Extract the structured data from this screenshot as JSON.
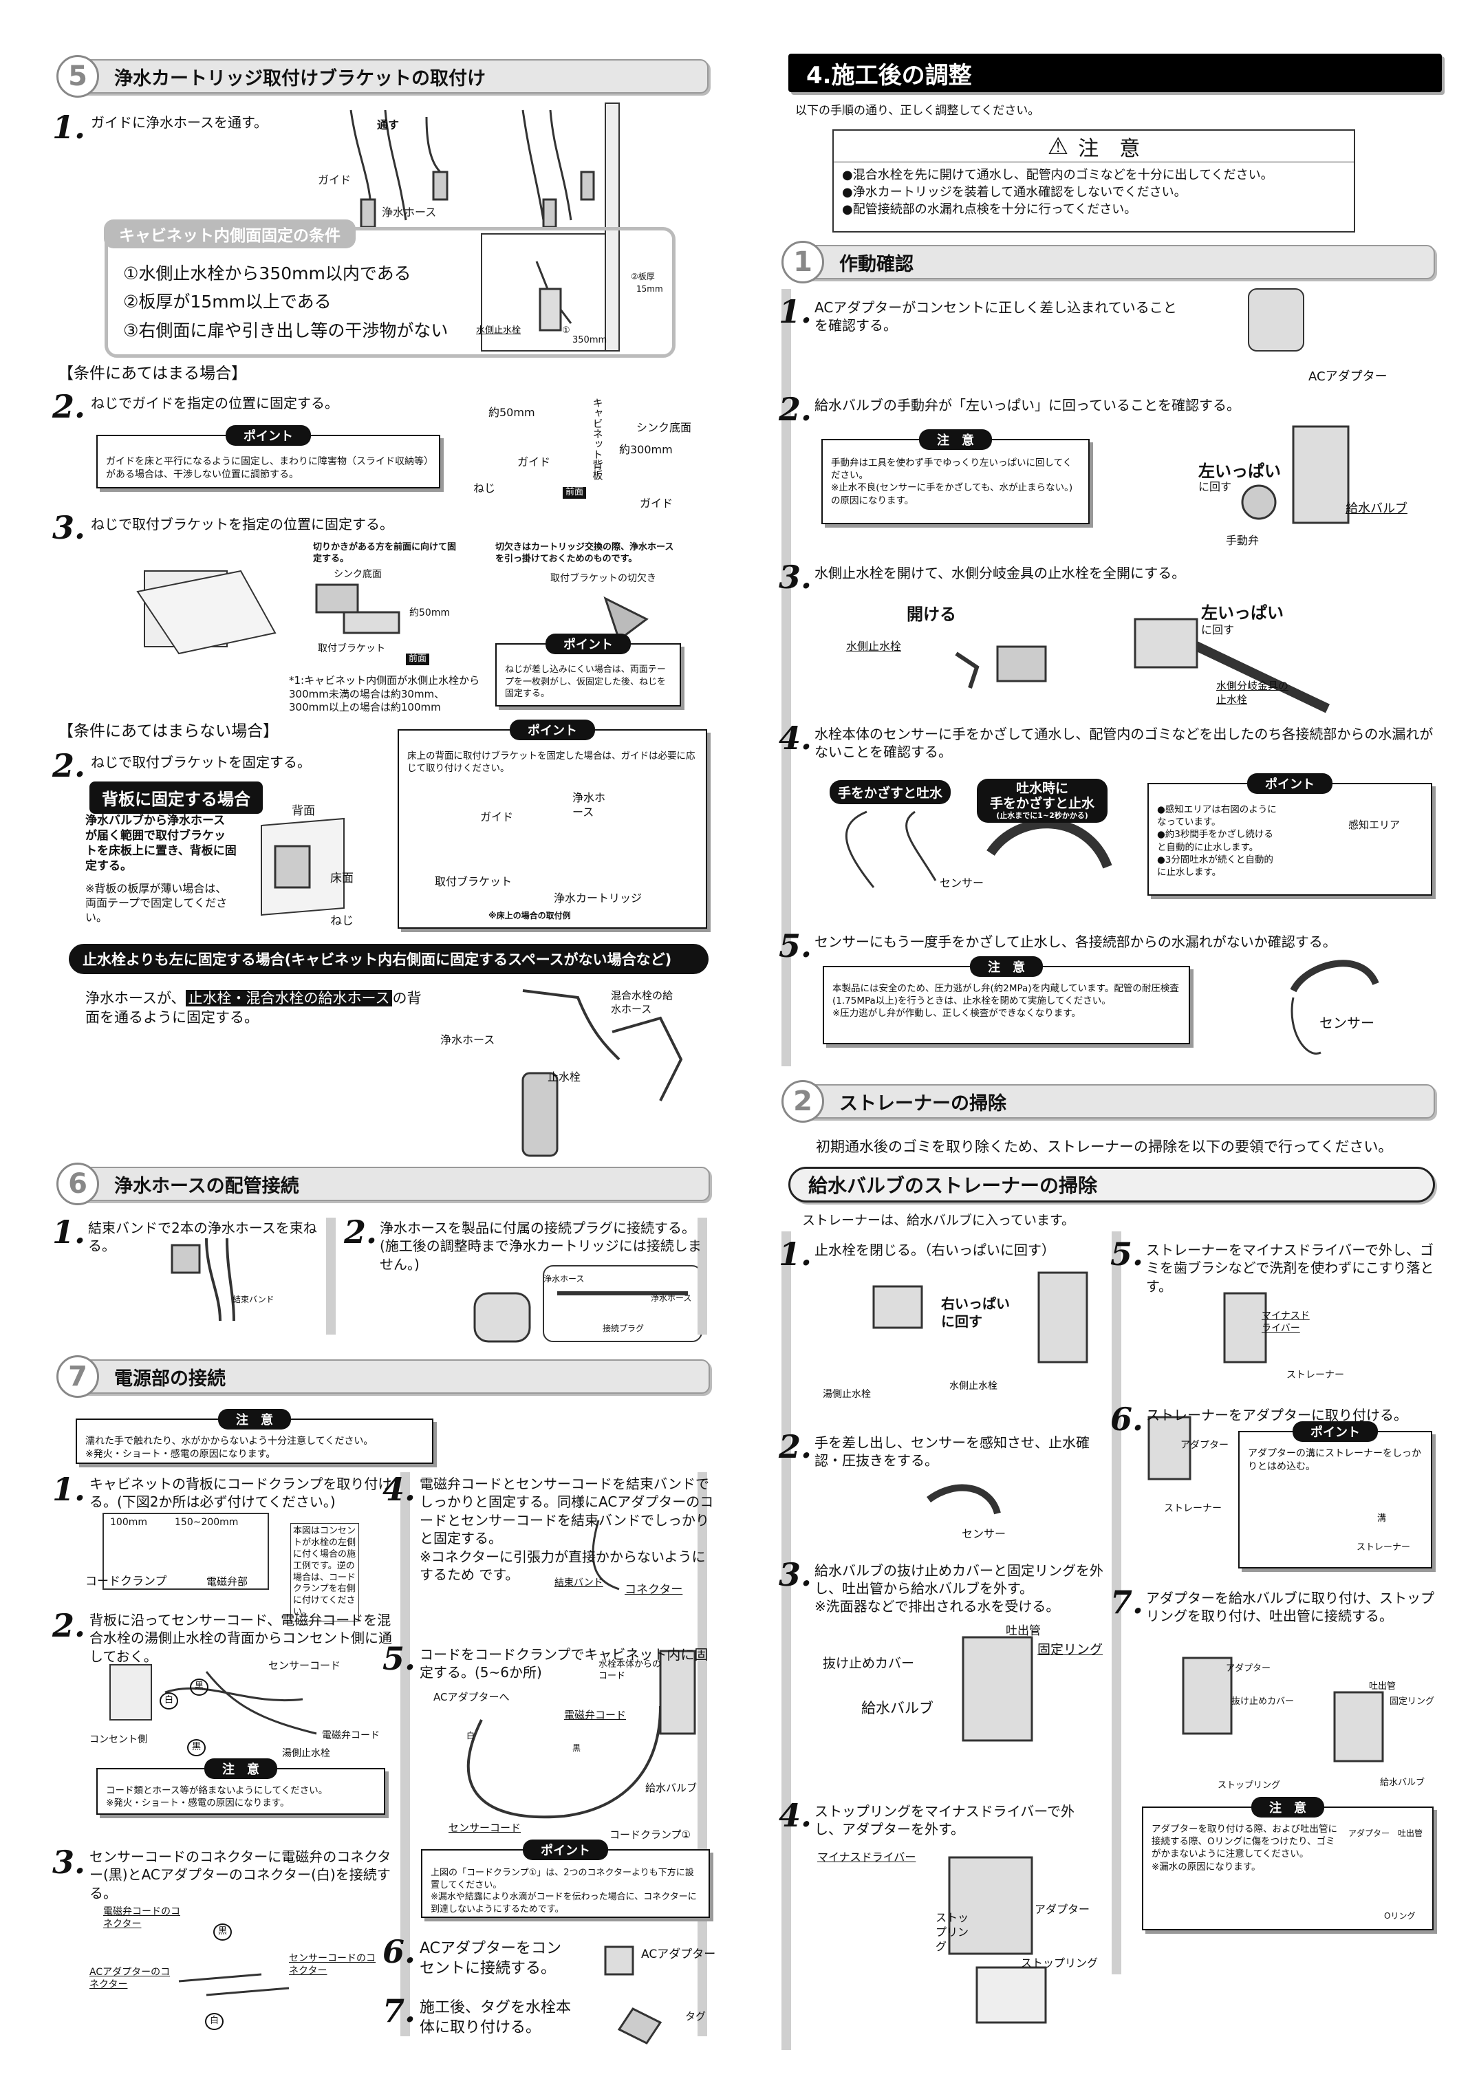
{
  "left": {
    "s5": {
      "num": "5",
      "title": "浄水カートリッジ取付けブラケットの取付け",
      "st1": {
        "n": "1.",
        "text": "ガイドに浄水ホースを通す。",
        "lbl_tosu": "通す",
        "lbl_guide": "ガイド",
        "lbl_hose": "浄水ホース"
      },
      "cond": {
        "title": "キャビネット内側面固定の条件",
        "items": [
          "①水側止水栓から350mm以内である",
          "②板厚が15mm以上である",
          "③右側面に扉や引き出し等の干渉物がない"
        ],
        "lbl_itaatsu": "②板厚",
        "lbl_15": "15mm",
        "lbl_stop": "水側止水栓",
        "lbl_350": "①",
        "lbl_350b": "350mm"
      },
      "case_yes": "【条件にあてはまる場合】",
      "st2": {
        "n": "2.",
        "text": "ねじでガイドを指定の位置に固定する。",
        "pt_tag": "ポイント",
        "pt_text": "ガイドを床と平行になるように固定し、まわりに障害物（スライド収納等）がある場合は、干渉しない位置に調節する。",
        "lbl_50": "約50mm",
        "lbl_cab": "キャビネット背板",
        "lbl_sink": "シンク底面",
        "lbl_300": "約300mm",
        "lbl_guide": "ガイド",
        "lbl_neji": "ねじ",
        "lbl_front": "前面",
        "lbl_guide2": "ガイド"
      },
      "st3": {
        "n": "3.",
        "text": "ねじで取付ブラケットを指定の位置に固定する。",
        "note_a": "切りかきがある方を前面に向けて固定する。",
        "lbl_sink": "シンク底面",
        "lbl_50": "約50mm",
        "lbl_bracket": "取付ブラケット",
        "lbl_front": "前面",
        "note_b": "切欠きはカートリッジ交換の際、浄水ホースを引っ掛けておくためのものです。",
        "lbl_notch": "取付ブラケットの切欠き",
        "foot": "*1:キャビネット内側面が水側止水栓から300mm未満の場合は約30mm、300mm以上の場合は約100mm",
        "pt_tag": "ポイント",
        "pt_text": "ねじが差し込みにくい場合は、両面テープを一枚剥がし、仮固定した後、ねじを固定する。"
      },
      "case_no": "【条件にあてはまらない場合】",
      "st2b": {
        "n": "2.",
        "text": "ねじで取付ブラケットを固定する。",
        "sub": "背板に固定する場合",
        "body": "浄水バルブから浄水ホースが届く範囲で取付ブラケットを床板上に置き、背板に固定する。",
        "note": "※背板の板厚が薄い場合は、両面テープで固定してください。",
        "lbl_back": "背面",
        "lbl_floor": "床面",
        "lbl_neji": "ねじ"
      },
      "pt2": {
        "tag": "ポイント",
        "text": "床上の背面に取付けブラケットを固定した場合は、ガイドは必要に応じて取り付けください。",
        "lbl_guide": "ガイド",
        "lbl_hose": "浄水ホース",
        "lbl_bracket": "取付ブラケット",
        "lbl_cart": "浄水カートリッジ",
        "caption": "※床上の場合の取付例"
      },
      "left_fix": {
        "title": "止水栓よりも左に固定する場合(キャビネット内右側面に固定するスペースがない場合など)",
        "text_a": "浄水ホースが、",
        "text_hl": "止水栓・混合水栓の給水ホース",
        "text_b": "の背面を通るように固定する。",
        "lbl_mix": "混合水栓の給水ホース",
        "lbl_hose": "浄水ホース",
        "lbl_stop": "止水栓"
      }
    },
    "s6": {
      "num": "6",
      "title": "浄水ホースの配管接続",
      "st1": {
        "n": "1.",
        "text": "結束バンドで2本の浄水ホースを束ねる。",
        "lbl_band": "結束バンド"
      },
      "st2": {
        "n": "2.",
        "text": "浄水ホースを製品に付属の接続プラグに接続する。(施工後の調整時まで浄水カートリッジには接続しません。)",
        "lbl_h1": "浄水ホース",
        "lbl_h2": "浄水ホース",
        "lbl_plug": "接続プラグ"
      }
    },
    "s7": {
      "num": "7",
      "title": "電源部の接続",
      "caution": {
        "tag": "注　意",
        "text": "濡れた手で触れたり、水がかからないよう十分注意してください。",
        "sub": "※発火・ショート・感電の原因になります。"
      },
      "st1": {
        "n": "1.",
        "text": "キャビネットの背板にコードクランプを取り付ける。(下図2か所は必ず付けてください。)",
        "lbl_100": "100mm",
        "lbl_150": "150~200mm",
        "lbl_clamp": "コードクランプ",
        "lbl_valve": "電磁弁部",
        "note": "本図はコンセントが水栓の左側に付く場合の施工例です。逆の場合は、コードクランプを右側に付けてください。"
      },
      "st2": {
        "n": "2.",
        "text": "背板に沿ってセンサーコード、電磁弁コードを混合水栓の湯側止水栓の背面からコンセント側に通しておく。",
        "lbl_sensor": "センサーコード",
        "lbl_black": "黒",
        "lbl_white": "白",
        "lbl_outlet": "コンセント側",
        "lbl_black2": "黒",
        "lbl_valve": "電磁弁コード",
        "lbl_hot": "湯側止水栓",
        "caution_tag": "注　意",
        "caution_text": "コード類とホース等が絡まないようにしてください。",
        "caution_sub": "※発火・ショート・感電の原因になります。"
      },
      "st3": {
        "n": "3.",
        "text": "センサーコードのコネクターに電磁弁のコネクター(黒)とACアダプターのコネクター(白)を接続する。",
        "lbl_vconn": "電磁弁コードのコネクター",
        "lbl_black": "黒",
        "lbl_ac": "ACアダプターのコネクター",
        "lbl_sconn": "センサーコードのコネクター",
        "lbl_white": "白"
      },
      "st4": {
        "n": "4.",
        "text": "電磁弁コードとセンサーコードを結束バンドでしっかりと固定する。同様にACアダプターのコードとセンサーコードを結束バンドでしっかりと固定する。",
        "note": "※コネクターに引張力が直接かからないようにするため です。",
        "lbl_band": "結束バンド",
        "lbl_conn": "コネクター"
      },
      "st5": {
        "n": "5.",
        "text": "コードをコードクランプでキャビネット内に固定する。(5~6か所)",
        "lbl_body": "水栓本体からのコード",
        "lbl_ac": "ACアダプターへ",
        "lbl_white": "白",
        "lbl_valve": "電磁弁コード",
        "lbl_black": "黒",
        "lbl_kyusui": "給水バルブ",
        "lbl_sensor": "センサーコード",
        "lbl_clamp": "コードクランプ①",
        "pt_tag": "ポイント",
        "pt_text": "上図の「コードクランプ①」は、2つのコネクターよりも下方に設置してください。",
        "pt_sub": "※漏水や結露により水滴がコードを伝わった場合に、コネクターに到達しないようにするためです。"
      },
      "st6": {
        "n": "6.",
        "text": "ACアダプターをコンセントに接続する。",
        "lbl_ac": "ACアダプター"
      },
      "st7": {
        "n": "7.",
        "text": "施工後、タグを水栓本体に取り付ける。",
        "lbl_tag": "タグ"
      }
    }
  },
  "right": {
    "title": "4.施工後の調整",
    "intro": "以下の手順の通り、正しく調整してください。",
    "caution": {
      "title": "注　意",
      "items": [
        "●混合水栓を先に開けて通水し、配管内のゴミなどを十分に出してください。",
        "●浄水カートリッジを装着して通水確認をしないでください。",
        "●配管接続部の水漏れ点検を十分に行ってください。"
      ]
    },
    "r1": {
      "num": "1",
      "title": "作動確認",
      "st1": {
        "n": "1.",
        "text": "ACアダプターがコンセントに正しく差し込まれていることを確認する。",
        "lbl_ac": "ACアダプター"
      },
      "st2": {
        "n": "2.",
        "text": "給水バルブの手動弁が「左いっぱい」に回っていることを確認する。",
        "caution_tag": "注　意",
        "caution_text": "手動弁は工具を使わず手でゆっくり左いっぱいに回してください。",
        "caution_sub": "※止水不良(センサーに手をかざしても、水が止まらない。)の原因になります。",
        "lbl_left": "左いっぱい",
        "lbl_turn": "に回す",
        "lbl_valve": "給水バルブ",
        "lbl_manual": "手動弁"
      },
      "st3": {
        "n": "3.",
        "text": "水側止水栓を開けて、水側分岐金具の止水栓を全開にする。",
        "lbl_open": "開ける",
        "lbl_stop": "水側止水栓",
        "lbl_left": "左いっぱい",
        "lbl_turn": "に回す",
        "lbl_branch": "水側分岐金具の止水栓"
      },
      "st4": {
        "n": "4.",
        "text": "水栓本体のセンサーに手をかざして通水し、配管内のゴミなどを出したのち各接続部からの水漏れがないことを確認する。",
        "tag1": "手をかざすと吐水",
        "tag2a": "吐水時に",
        "tag2b": "手をかざすと止水",
        "tag2c": "(止水までに1~2秒かかる)",
        "lbl_sensor": "センサー",
        "pt_tag": "ポイント",
        "pt_items": [
          "●感知エリアは右図のようになっています。",
          "●約3秒間手をかざし続けると自動的に止水します。",
          "●3分間吐水が続くと自動的に止水します。"
        ],
        "lbl_area": "感知エリア"
      },
      "st5": {
        "n": "5.",
        "text": "センサーにもう一度手をかざして止水し、各接続部からの水漏れがないか確認する。",
        "caution_tag": "注　意",
        "caution_text": "本製品には安全のため、圧力逃がし弁(約2MPa)を内蔵しています。配管の耐圧検査(1.75MPa以上)を行うときは、止水栓を閉めて実施してください。",
        "caution_sub": "※圧力逃がし弁が作動し、正しく検査ができなくなります。",
        "lbl_sensor": "センサー"
      }
    },
    "r2": {
      "num": "2",
      "title": "ストレーナーの掃除",
      "intro": "初期通水後のゴミを取り除くため、ストレーナーの掃除を以下の要領で行ってください。",
      "sub": "給水バルブのストレーナーの掃除",
      "sub_intro": "ストレーナーは、給水バルブに入っています。",
      "st1": {
        "n": "1.",
        "text": "止水栓を閉じる。（右いっぱいに回す）",
        "lbl_right": "右いっぱい",
        "lbl_turn": "に回す",
        "lbl_hot": "湯側止水栓",
        "lbl_water": "水側止水栓"
      },
      "st2": {
        "n": "2.",
        "text": "手を差し出し、センサーを感知させ、止水確認・圧抜きをする。",
        "lbl_sensor": "センサー"
      },
      "st3": {
        "n": "3.",
        "text": "給水バルブの抜け止めカバーと固定リングを外し、吐出管から給水バルブを外す。",
        "note": "※洗面器などで排出される水を受ける。",
        "lbl_outlet": "吐出管",
        "lbl_ring": "固定リング",
        "lbl_cover": "抜け止めカバー",
        "lbl_valve": "給水バルブ"
      },
      "st4": {
        "n": "4.",
        "text": "ストップリングをマイナスドライバーで外し、アダプターを外す。",
        "lbl_driver": "マイナスドライバー",
        "lbl_stop": "ストップリング",
        "lbl_adapter": "アダプター",
        "lbl_stop2": "ストップリング"
      },
      "st5": {
        "n": "5.",
        "text": "ストレーナーをマイナスドライバーで外し、ゴミを歯ブラシなどで洗剤を使わずにこすり落とす。",
        "lbl_driver": "マイナスドライバー",
        "lbl_strainer": "ストレーナー"
      },
      "st6": {
        "n": "6.",
        "text": "ストレーナーをアダプターに取り付ける。",
        "lbl_adapter": "アダプター",
        "lbl_strainer": "ストレーナー",
        "pt_tag": "ポイント",
        "pt_text": "アダプターの溝にストレーナーをしっかりとはめ込む。",
        "lbl_groove": "溝",
        "lbl_strainer2": "ストレーナー"
      },
      "st7": {
        "n": "7.",
        "text": "アダプターを給水バルブに取り付け、ストップリングを取り付け、吐出管に接続する。",
        "lbl_adapter": "アダプター",
        "lbl_cover": "抜け止めカバー",
        "lbl_outlet": "吐出管",
        "lbl_ring": "固定リング",
        "lbl_stop": "ストップリング",
        "lbl_valve": "給水バルブ",
        "caution_tag": "注　意",
        "caution_text": "アダプターを取り付ける際、および吐出管に接続する際、Oリングに傷をつけたり、ゴミがかまないように注意してください。",
        "caution_sub": "※漏水の原因になります。",
        "lbl_adapter2": "アダプター",
        "lbl_outlet2": "吐出管",
        "lbl_oring": "Oリング"
      }
    }
  }
}
